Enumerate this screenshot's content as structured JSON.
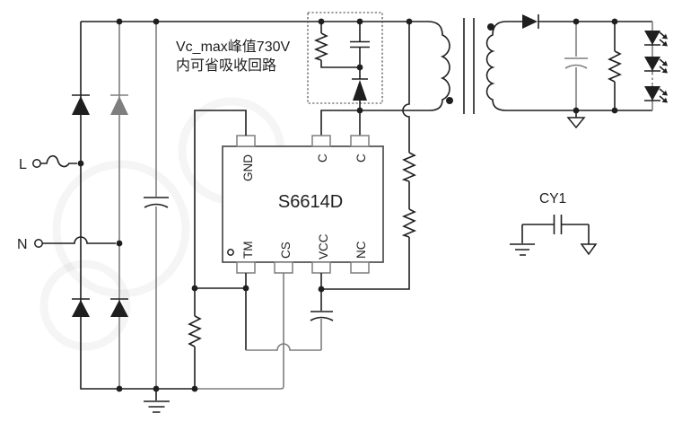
{
  "colors": {
    "ink": "#1f1f1f",
    "gray": "#7e7e7e",
    "bg": "#ffffff"
  },
  "annotation": {
    "line1": "Vc_max峰值730V",
    "line2": "内可省吸收回路"
  },
  "inputs": {
    "line_label": "L",
    "neutral_label": "N"
  },
  "ic": {
    "name": "S6614D",
    "pins_top": [
      "GND",
      "C",
      "C"
    ],
    "pins_bottom": [
      "TM",
      "CS",
      "VCC",
      "NC"
    ]
  },
  "y_capacitor": {
    "label": "CY1"
  }
}
